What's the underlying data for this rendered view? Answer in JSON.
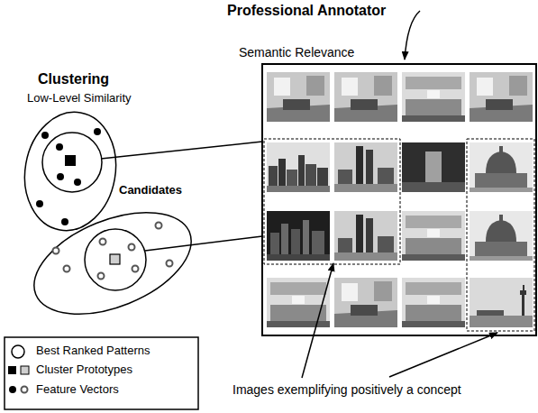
{
  "diagram": {
    "nodes": [
      {
        "text": [
          "Semantic Relevance"
        ]
      }
    ],
    "labels": [
      "Professional Annotator",
      "Clustering",
      "Low-Level Similarity",
      "Candidates",
      "Images exemplifying positively a concept"
    ],
    "legend": [
      {
        "text": "Best Ranked Patterns"
      },
      {
        "text": "Cluster Prototypes"
      },
      {
        "text": "Feature Vectors"
      }
    ]
  }
}
